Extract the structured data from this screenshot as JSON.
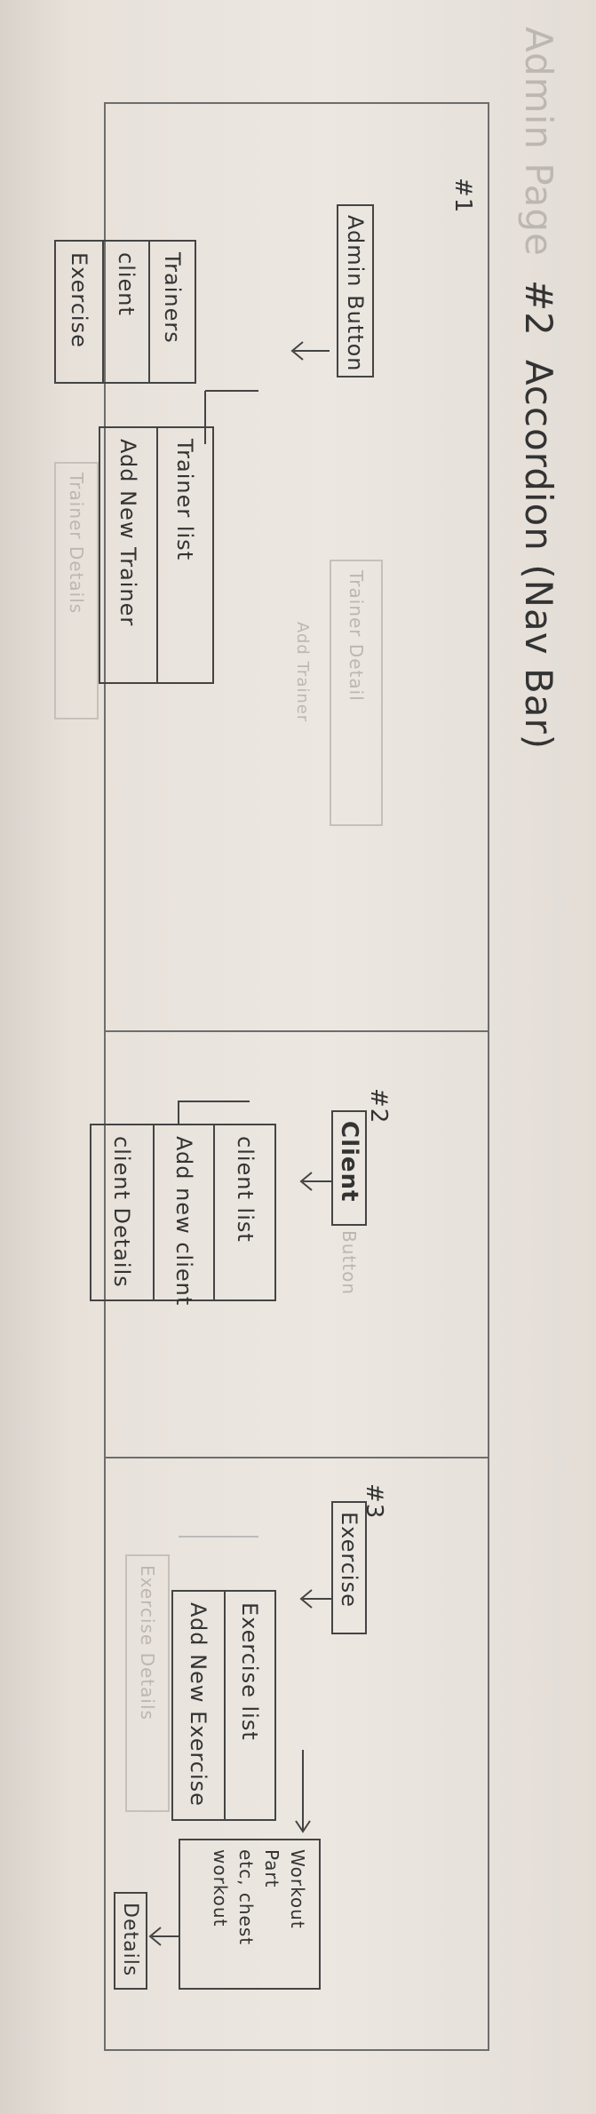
{
  "sketch": {
    "header": {
      "title_left": "Admin Page",
      "title_num": "#2",
      "title_right": "Accordion (Nav Bar)"
    },
    "section1": {
      "num": "#1",
      "main_button": "Admin Button",
      "menu": [
        "Trainers",
        "client",
        "Exercise"
      ],
      "submenu": [
        "Trainer list",
        "Add New Trainer"
      ],
      "faint_items": [
        "Trainer Details",
        "Trainer Detail",
        "Add Trainer"
      ]
    },
    "section2": {
      "num": "#2",
      "main_button": "Client",
      "faint_button": "Button",
      "submenu": [
        "client list",
        "Add new client",
        "client Details"
      ]
    },
    "section3": {
      "num": "#3",
      "main_button": "Exercise",
      "submenu": [
        "Exercise list",
        "Add New Exercise"
      ],
      "faint_item": "Exercise Details",
      "note": [
        "Workout",
        "Part",
        "etc, chest",
        "workout"
      ],
      "details_button": "Details"
    }
  }
}
